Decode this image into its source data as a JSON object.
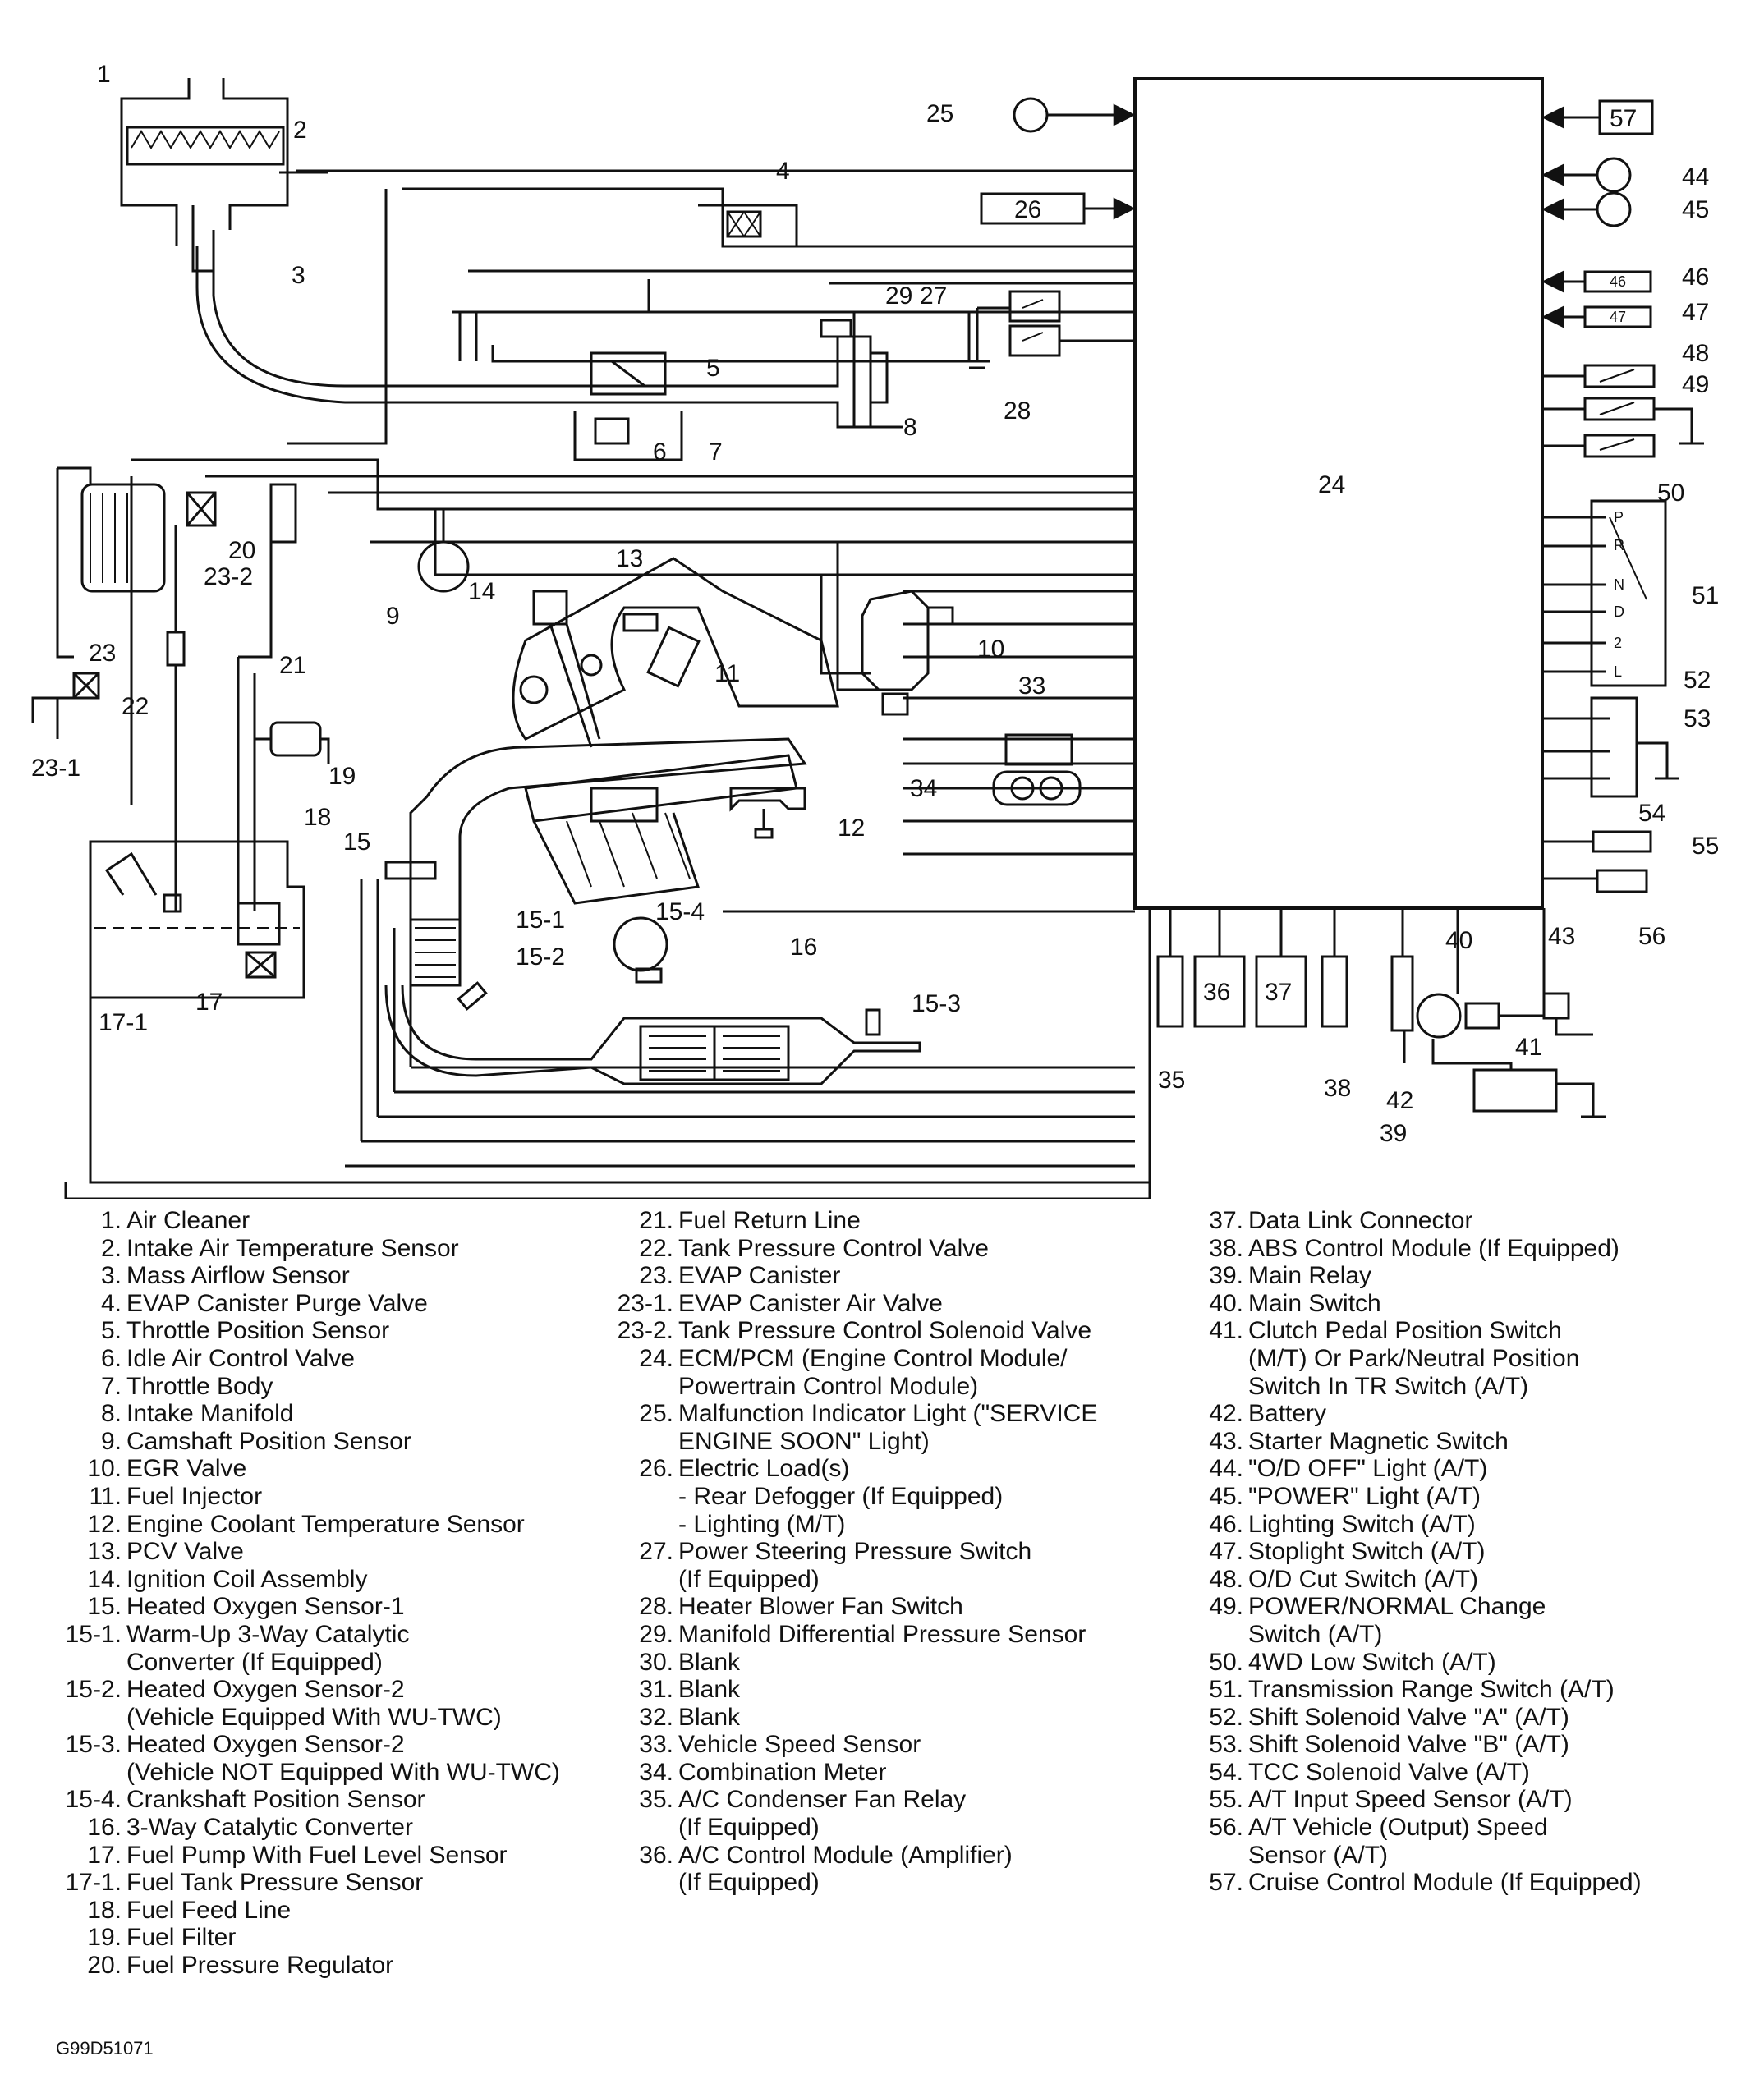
{
  "diagram": {
    "ecm_label": "24",
    "boxed_labels": {
      "b26": "26",
      "b57": "57",
      "b46": "46",
      "b47": "47",
      "b36": "36",
      "b37": "37"
    },
    "trs_positions": [
      "P",
      "R",
      "N",
      "D",
      "2",
      "L"
    ],
    "callouts": [
      "1",
      "2",
      "3",
      "4",
      "5",
      "6",
      "7",
      "8",
      "9",
      "10",
      "11",
      "12",
      "13",
      "14",
      "15",
      "15-1",
      "15-2",
      "15-3",
      "15-4",
      "16",
      "17",
      "17-1",
      "18",
      "19",
      "20",
      "21",
      "22",
      "23",
      "23-1",
      "23-2",
      "25",
      "27",
      "28",
      "29",
      "33",
      "34",
      "35",
      "38",
      "39",
      "40",
      "41",
      "42",
      "43",
      "44",
      "45",
      "46",
      "47",
      "48",
      "49",
      "50",
      "51",
      "52",
      "53",
      "54",
      "55",
      "56"
    ]
  },
  "legend": {
    "col1": [
      {
        "num": "1.",
        "text": "Air Cleaner"
      },
      {
        "num": "2.",
        "text": "Intake Air Temperature Sensor"
      },
      {
        "num": "3.",
        "text": "Mass Airflow Sensor"
      },
      {
        "num": "4.",
        "text": "EVAP Canister Purge Valve"
      },
      {
        "num": "5.",
        "text": "Throttle Position Sensor"
      },
      {
        "num": "6.",
        "text": "Idle Air Control Valve"
      },
      {
        "num": "7.",
        "text": "Throttle Body"
      },
      {
        "num": "8.",
        "text": "Intake Manifold"
      },
      {
        "num": "9.",
        "text": "Camshaft Position Sensor"
      },
      {
        "num": "10.",
        "text": "EGR Valve"
      },
      {
        "num": "11.",
        "text": "Fuel Injector"
      },
      {
        "num": "12.",
        "text": "Engine Coolant Temperature Sensor"
      },
      {
        "num": "13.",
        "text": "PCV Valve"
      },
      {
        "num": "14.",
        "text": "Ignition Coil Assembly"
      },
      {
        "num": "15.",
        "text": "Heated Oxygen Sensor-1"
      },
      {
        "num": "15-1.",
        "text": "Warm-Up 3-Way Catalytic"
      },
      {
        "num": "",
        "text": "Converter (If Equipped)"
      },
      {
        "num": "15-2.",
        "text": "Heated Oxygen Sensor-2"
      },
      {
        "num": "",
        "text": "(Vehicle Equipped With WU-TWC)"
      },
      {
        "num": "15-3.",
        "text": "Heated Oxygen Sensor-2"
      },
      {
        "num": "",
        "text": "(Vehicle NOT Equipped With WU-TWC)"
      },
      {
        "num": "15-4.",
        "text": "Crankshaft Position Sensor"
      },
      {
        "num": "16.",
        "text": "3-Way Catalytic Converter"
      },
      {
        "num": "17.",
        "text": "Fuel Pump With Fuel Level Sensor"
      },
      {
        "num": "17-1.",
        "text": "Fuel Tank Pressure Sensor"
      },
      {
        "num": "18.",
        "text": "Fuel Feed Line"
      },
      {
        "num": "19.",
        "text": "Fuel Filter"
      },
      {
        "num": "20.",
        "text": "Fuel Pressure Regulator"
      }
    ],
    "col2": [
      {
        "num": "21.",
        "text": "Fuel Return Line"
      },
      {
        "num": "22.",
        "text": "Tank Pressure Control Valve"
      },
      {
        "num": "23.",
        "text": "EVAP Canister"
      },
      {
        "num": "23-1.",
        "text": "EVAP Canister Air Valve"
      },
      {
        "num": "23-2.",
        "text": "Tank Pressure Control Solenoid Valve"
      },
      {
        "num": "24.",
        "text": "ECM/PCM (Engine Control Module/"
      },
      {
        "num": "",
        "text": "Powertrain Control Module)"
      },
      {
        "num": "25.",
        "text": "Malfunction Indicator Light (\"SERVICE"
      },
      {
        "num": "",
        "text": "ENGINE SOON\" Light)"
      },
      {
        "num": "26.",
        "text": "Electric Load(s)"
      },
      {
        "num": "",
        "text": "- Rear Defogger (If Equipped)"
      },
      {
        "num": "",
        "text": "- Lighting (M/T)"
      },
      {
        "num": "27.",
        "text": "Power Steering Pressure Switch"
      },
      {
        "num": "",
        "text": "(If Equipped)"
      },
      {
        "num": "28.",
        "text": "Heater Blower Fan Switch"
      },
      {
        "num": "29.",
        "text": "Manifold Differential Pressure Sensor"
      },
      {
        "num": "30.",
        "text": "Blank"
      },
      {
        "num": "31.",
        "text": "Blank"
      },
      {
        "num": "32.",
        "text": "Blank"
      },
      {
        "num": "33.",
        "text": "Vehicle Speed Sensor"
      },
      {
        "num": "34.",
        "text": "Combination Meter"
      },
      {
        "num": "35.",
        "text": "A/C Condenser Fan Relay"
      },
      {
        "num": "",
        "text": "(If Equipped)"
      },
      {
        "num": "36.",
        "text": "A/C Control Module (Amplifier)"
      },
      {
        "num": "",
        "text": "(If Equipped)"
      }
    ],
    "col3": [
      {
        "num": "37.",
        "text": "Data Link Connector"
      },
      {
        "num": "38.",
        "text": "ABS Control Module (If Equipped)"
      },
      {
        "num": "39.",
        "text": "Main Relay"
      },
      {
        "num": "40.",
        "text": "Main Switch"
      },
      {
        "num": "41.",
        "text": "Clutch Pedal Position Switch"
      },
      {
        "num": "",
        "text": "(M/T) Or Park/Neutral Position"
      },
      {
        "num": "",
        "text": "Switch In TR Switch (A/T)"
      },
      {
        "num": "42.",
        "text": "Battery"
      },
      {
        "num": "43.",
        "text": "Starter Magnetic Switch"
      },
      {
        "num": "44.",
        "text": "\"O/D OFF\" Light (A/T)"
      },
      {
        "num": "45.",
        "text": "\"POWER\" Light (A/T)"
      },
      {
        "num": "46.",
        "text": "Lighting Switch (A/T)"
      },
      {
        "num": "47.",
        "text": "Stoplight Switch (A/T)"
      },
      {
        "num": "48.",
        "text": "O/D Cut Switch (A/T)"
      },
      {
        "num": "49.",
        "text": "POWER/NORMAL Change"
      },
      {
        "num": "",
        "text": "Switch (A/T)"
      },
      {
        "num": "50.",
        "text": "4WD Low Switch (A/T)"
      },
      {
        "num": "51.",
        "text": "Transmission Range Switch (A/T)"
      },
      {
        "num": "52.",
        "text": "Shift Solenoid Valve \"A\" (A/T)"
      },
      {
        "num": "53.",
        "text": "Shift Solenoid Valve \"B\" (A/T)"
      },
      {
        "num": "54.",
        "text": "TCC Solenoid Valve (A/T)"
      },
      {
        "num": "55.",
        "text": "A/T Input Speed Sensor (A/T)"
      },
      {
        "num": "56.",
        "text": "A/T Vehicle (Output) Speed"
      },
      {
        "num": "",
        "text": "Sensor (A/T)"
      },
      {
        "num": "57.",
        "text": "Cruise Control Module (If Equipped)"
      }
    ]
  },
  "figure_id": "G99D51071"
}
